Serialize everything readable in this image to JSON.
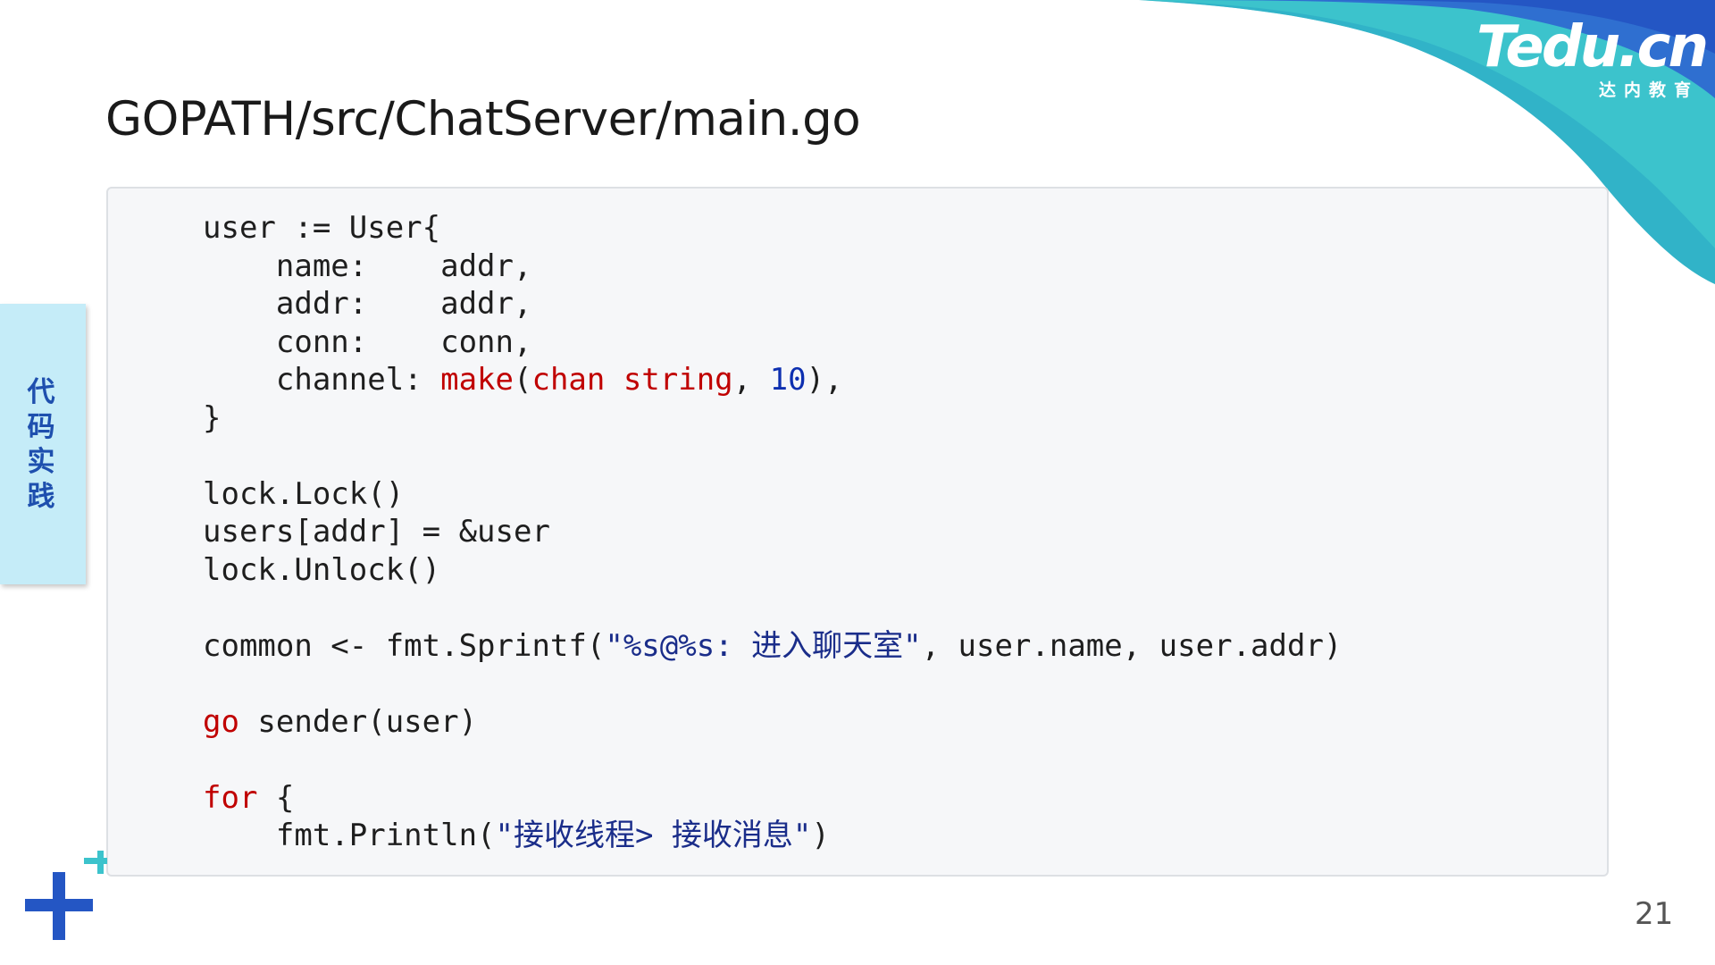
{
  "slide": {
    "title": "GOPATH/src/ChatServer/main.go",
    "page_number": "21",
    "side_tab_label": "代码实践"
  },
  "logo": {
    "main": "Tedu.cn",
    "sub": "达内教育"
  },
  "code": {
    "l1": "user := User{",
    "l2": "    name:    addr,",
    "l3": "    addr:    addr,",
    "l4": "    conn:    conn,",
    "l5a": "    channel: ",
    "l5b": "make",
    "l5c": "(",
    "l5d": "chan string",
    "l5e": ", ",
    "l5f": "10",
    "l5g": "),",
    "l6": "}",
    "l8": "lock.Lock()",
    "l9": "users[addr] = &user",
    "l10": "lock.Unlock()",
    "l12a": "common <- fmt.Sprintf(",
    "l12b": "\"%s@%s: 进入聊天室\"",
    "l12c": ", user.name, user.addr)",
    "l14a": "go",
    "l14b": " sender(user)",
    "l16a": "for",
    "l16b": " {",
    "l17a": "    fmt.Println(",
    "l17b": "\"接收线程> 接收消息\"",
    "l17c": ")"
  },
  "colors": {
    "accent_blue": "#1e4fae",
    "keyword_red": "#c00000",
    "teal_wave": "#3cc3cc",
    "side_tab_bg": "#c5ecf8"
  },
  "icons": {
    "plus": "plus-icon"
  }
}
